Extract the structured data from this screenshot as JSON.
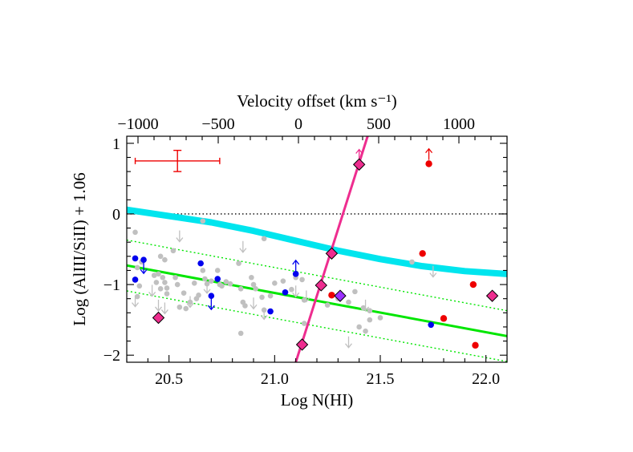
{
  "chart_data": {
    "type": "scatter",
    "title": "",
    "xlabel": "Log N(HI)",
    "ylabel": "Log (AlIII/SiII) + 1.06",
    "top_xlabel": "Velocity offset (km s⁻¹)",
    "xlim": [
      20.3,
      22.1
    ],
    "ylim": [
      -2.1,
      1.1
    ],
    "top_xlim": [
      -1070,
      1300
    ],
    "x_ticks": [
      "20.5",
      "21.0",
      "21.5",
      "22.0"
    ],
    "x_tick_values": [
      20.5,
      21.0,
      21.5,
      22.0
    ],
    "y_ticks": [
      "1",
      "0",
      "−1",
      "−2"
    ],
    "y_tick_values": [
      1,
      0,
      -1,
      -2
    ],
    "top_ticks": [
      "−1000",
      "−500",
      "0",
      "500",
      "1000"
    ],
    "top_tick_values": [
      -1000,
      -500,
      0,
      500,
      1000
    ],
    "grid": false,
    "legend": "none",
    "colors": {
      "gray": "#c0c0c0",
      "blue": "#0000ee",
      "red": "#ee0000",
      "magenta": "#ee2d8f",
      "purple": "#9b30ff",
      "cyan": "#00e5ee",
      "green": "#00e600",
      "errorbar": "#ee0000"
    },
    "reference_line_y": 0,
    "error_bar": {
      "x": 20.54,
      "y": 0.75,
      "xerr": 0.2,
      "yerr": 0.15
    },
    "fit_line": {
      "x": [
        20.3,
        22.1
      ],
      "y": [
        -0.73,
        -1.73
      ]
    },
    "fit_band_upper": {
      "x": [
        20.3,
        22.1
      ],
      "y": [
        -0.37,
        -1.37
      ]
    },
    "fit_band_lower": {
      "x": [
        20.3,
        22.1
      ],
      "y": [
        -1.09,
        -2.09
      ]
    },
    "cyan_curve": {
      "x": [
        20.3,
        20.5,
        20.7,
        20.9,
        21.1,
        21.3,
        21.5,
        21.7,
        21.9,
        22.1
      ],
      "y": [
        0.06,
        -0.03,
        -0.12,
        -0.24,
        -0.38,
        -0.52,
        -0.64,
        -0.74,
        -0.81,
        -0.85
      ]
    },
    "magenta_line": {
      "x": [
        21.1,
        21.44
      ],
      "y": [
        -2.1,
        1.1
      ]
    },
    "series": [
      {
        "marker": "gray-dots",
        "points": [
          [
            20.34,
            -0.26
          ],
          [
            20.37,
            -0.68
          ],
          [
            20.35,
            -0.76
          ],
          [
            20.36,
            -1.02
          ],
          [
            20.35,
            -1.17
          ],
          [
            20.43,
            -0.87
          ],
          [
            20.44,
            -0.97
          ],
          [
            20.46,
            -1.06
          ],
          [
            20.46,
            -0.6
          ],
          [
            20.45,
            -0.85
          ],
          [
            20.47,
            -0.9
          ],
          [
            20.48,
            -0.97
          ],
          [
            20.49,
            -1.05
          ],
          [
            20.49,
            -1.13
          ],
          [
            20.48,
            -0.65
          ],
          [
            20.52,
            -0.52
          ],
          [
            20.53,
            -0.9
          ],
          [
            20.54,
            -1.0
          ],
          [
            20.55,
            -1.32
          ],
          [
            20.57,
            -1.12
          ],
          [
            20.58,
            -1.34
          ],
          [
            20.6,
            -1.25
          ],
          [
            20.62,
            -0.98
          ],
          [
            20.63,
            -1.2
          ],
          [
            20.64,
            -1.15
          ],
          [
            20.66,
            -0.1
          ],
          [
            20.66,
            -0.8
          ],
          [
            20.67,
            -0.92
          ],
          [
            20.68,
            -0.99
          ],
          [
            20.7,
            -0.95
          ],
          [
            20.73,
            -0.8
          ],
          [
            20.74,
            -1.0
          ],
          [
            20.75,
            -1.02
          ],
          [
            20.77,
            -0.96
          ],
          [
            20.79,
            -0.99
          ],
          [
            20.83,
            -0.7
          ],
          [
            20.84,
            -1.06
          ],
          [
            20.85,
            -1.25
          ],
          [
            20.86,
            -1.3
          ],
          [
            20.84,
            -1.69
          ],
          [
            20.89,
            -0.9
          ],
          [
            20.9,
            -1.0
          ],
          [
            20.91,
            -1.06
          ],
          [
            20.95,
            -0.35
          ],
          [
            20.94,
            -1.18
          ],
          [
            20.95,
            -1.36
          ],
          [
            20.98,
            -1.16
          ],
          [
            21.0,
            -0.98
          ],
          [
            21.04,
            -0.95
          ],
          [
            21.08,
            -1.07
          ],
          [
            21.1,
            -0.9
          ],
          [
            21.13,
            -0.93
          ],
          [
            21.14,
            -1.22
          ],
          [
            21.14,
            -1.55
          ],
          [
            21.25,
            -1.29
          ],
          [
            21.3,
            -1.2
          ],
          [
            21.35,
            -1.25
          ],
          [
            21.38,
            -1.1
          ],
          [
            21.4,
            -1.6
          ],
          [
            21.43,
            -1.66
          ],
          [
            21.42,
            -1.33
          ],
          [
            21.45,
            -1.37
          ],
          [
            21.45,
            -1.5
          ],
          [
            21.5,
            -1.47
          ],
          [
            21.65,
            -0.68
          ]
        ]
      },
      {
        "marker": "gray-upper-limits",
        "points": [
          [
            20.34,
            -1.12
          ],
          [
            20.42,
            -0.97
          ],
          [
            20.45,
            -1.18
          ],
          [
            20.48,
            -1.22
          ],
          [
            20.55,
            -0.2
          ],
          [
            20.6,
            -1.13
          ],
          [
            20.68,
            -0.93
          ],
          [
            20.85,
            -0.35
          ],
          [
            20.9,
            -1.15
          ],
          [
            20.95,
            -1.3
          ],
          [
            21.1,
            -0.98
          ],
          [
            21.15,
            -1.05
          ],
          [
            21.35,
            -1.7
          ],
          [
            21.43,
            -1.18
          ],
          [
            21.75,
            -0.7
          ]
        ]
      },
      {
        "marker": "blue-dots",
        "points": [
          [
            20.34,
            -0.63
          ],
          [
            20.34,
            -0.93
          ],
          [
            20.65,
            -0.7
          ],
          [
            20.73,
            -0.92
          ],
          [
            20.98,
            -1.38
          ],
          [
            21.05,
            -1.11
          ],
          [
            21.74,
            -1.57
          ]
        ]
      },
      {
        "marker": "blue-upper-limits",
        "points": [
          [
            20.38,
            -0.65
          ],
          [
            20.7,
            -1.16
          ]
        ]
      },
      {
        "marker": "blue-lower-limits",
        "points": [
          [
            21.1,
            -0.85
          ]
        ]
      },
      {
        "marker": "red-dots",
        "points": [
          [
            21.27,
            -1.15
          ],
          [
            21.7,
            -0.56
          ],
          [
            21.73,
            0.71
          ],
          [
            21.8,
            -1.48
          ],
          [
            21.94,
            -1.0
          ],
          [
            21.95,
            -1.86
          ]
        ]
      },
      {
        "marker": "red-lower-limits",
        "points": [
          [
            21.73,
            0.71
          ]
        ]
      },
      {
        "marker": "magenta-diamonds",
        "points": [
          [
            20.45,
            -1.47
          ],
          [
            21.13,
            -1.85
          ],
          [
            21.22,
            -1.01
          ],
          [
            21.27,
            -0.56
          ],
          [
            21.4,
            0.7
          ],
          [
            22.03,
            -1.16
          ]
        ]
      },
      {
        "marker": "magenta-lower-limits",
        "points": [
          [
            21.4,
            0.7
          ]
        ]
      },
      {
        "marker": "purple-diamonds",
        "points": [
          [
            21.31,
            -1.16
          ]
        ]
      }
    ]
  }
}
